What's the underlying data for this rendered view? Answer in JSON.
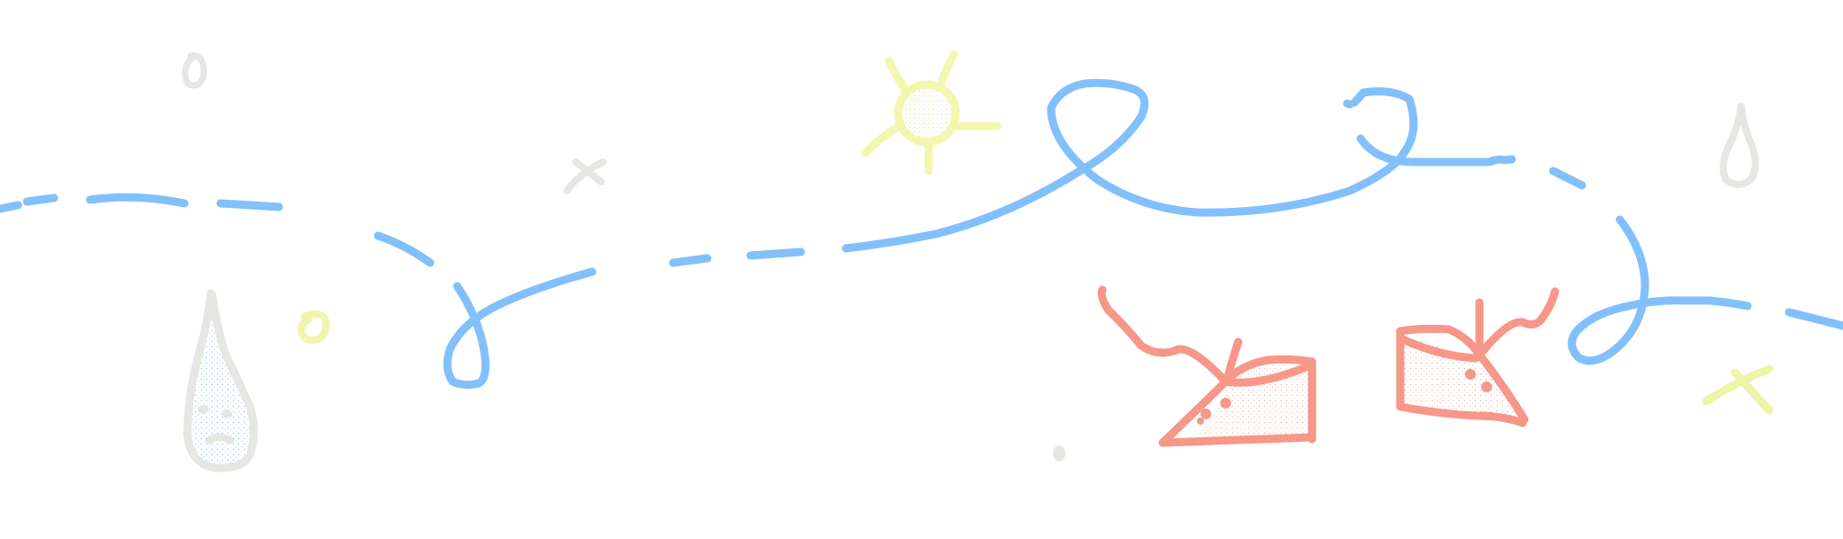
{
  "scene": {
    "background": "#ffffff",
    "palette": {
      "path": "#82c0fb",
      "raindrop": "#e6e6e3",
      "raindrop_fill": "#aad4f7",
      "sun": "#f2f7ae",
      "sun_fill": "#eef3c8",
      "cheese": "#f6978a",
      "cheese_fill": "#fbd8d2",
      "accent_yellow": "#ecf5a8"
    },
    "elements": [
      "dashed-winding-path",
      "raindrop",
      "small-raindrop",
      "sun",
      "cheese-wedge-left",
      "cheese-wedge-right",
      "cross-mark-grey",
      "cross-mark-yellow",
      "small-dots"
    ]
  }
}
